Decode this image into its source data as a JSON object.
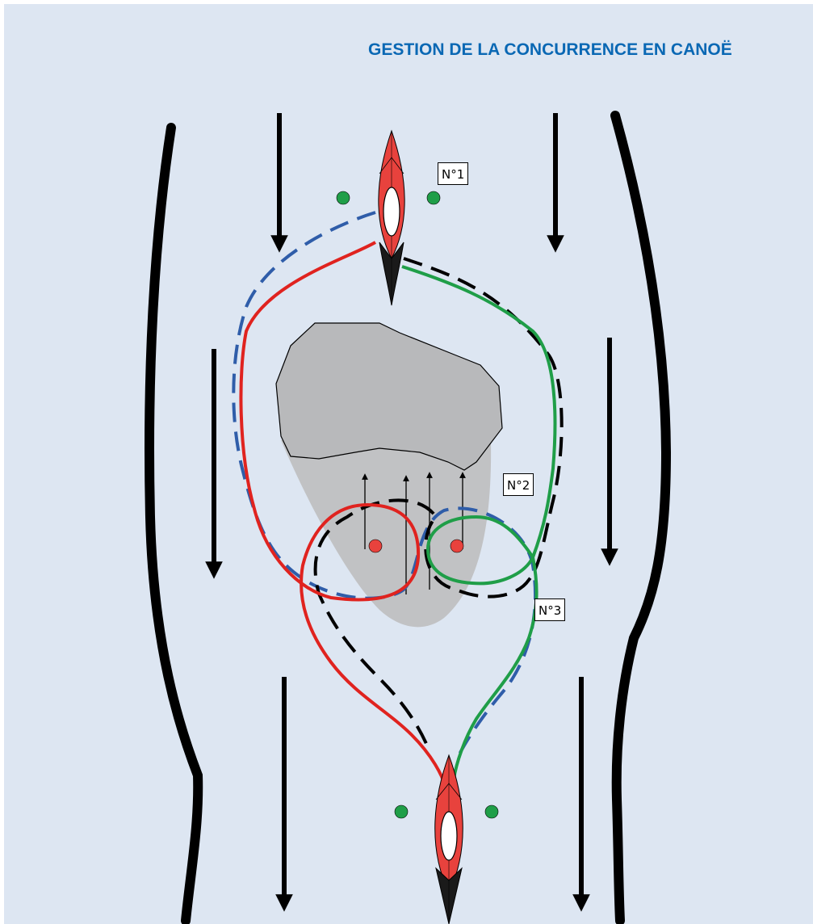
{
  "title": "GESTION DE LA CONCURRENCE EN CANOË",
  "labels": {
    "n1": "N°1",
    "n2": "N°2",
    "n3": "N°3"
  },
  "colors": {
    "background": "#dde6f2",
    "title": "#0a68b4",
    "rock": "#b8b9bb",
    "eddy": "#c1c2c4",
    "red_path": "#e0231f",
    "green_path": "#1f9e48",
    "blue_dashed": "#2f5da9",
    "black_dashed": "#000000",
    "canoe_red": "#e8423d",
    "buoy_green": "#1f9e48",
    "buoy_red": "#e8423d"
  }
}
